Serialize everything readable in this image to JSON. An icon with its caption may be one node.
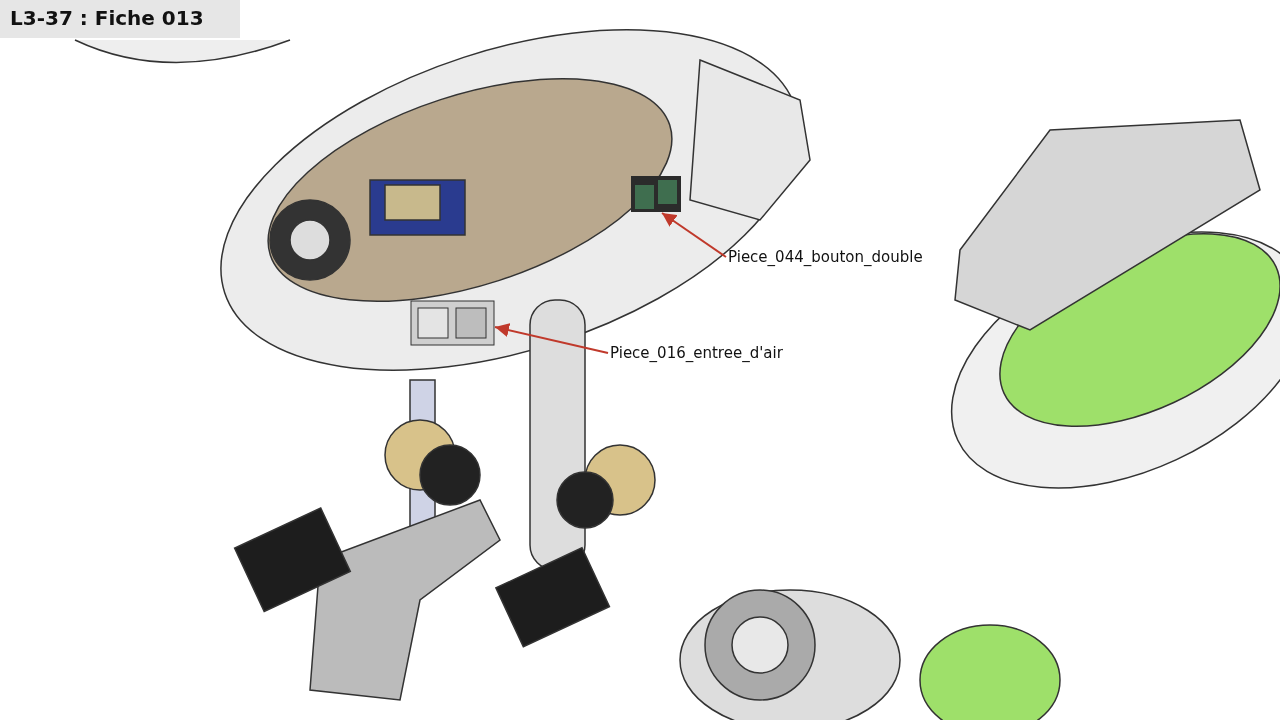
{
  "diagram": {
    "title": "L3-37 : Fiche 013",
    "nodes": [
      {
        "text": [
          "Piece_044_bouton_double"
        ]
      },
      {
        "text": [],
        "shape": "picture"
      },
      {
        "text": [
          "Piece_016_entree_d'air"
        ]
      },
      {
        "text": [],
        "shape": "picture"
      }
    ],
    "edges": [
      {
        "from": 0,
        "to": 1,
        "arrow": "to"
      },
      {
        "from": 2,
        "to": 3,
        "arrow": "to"
      }
    ]
  }
}
